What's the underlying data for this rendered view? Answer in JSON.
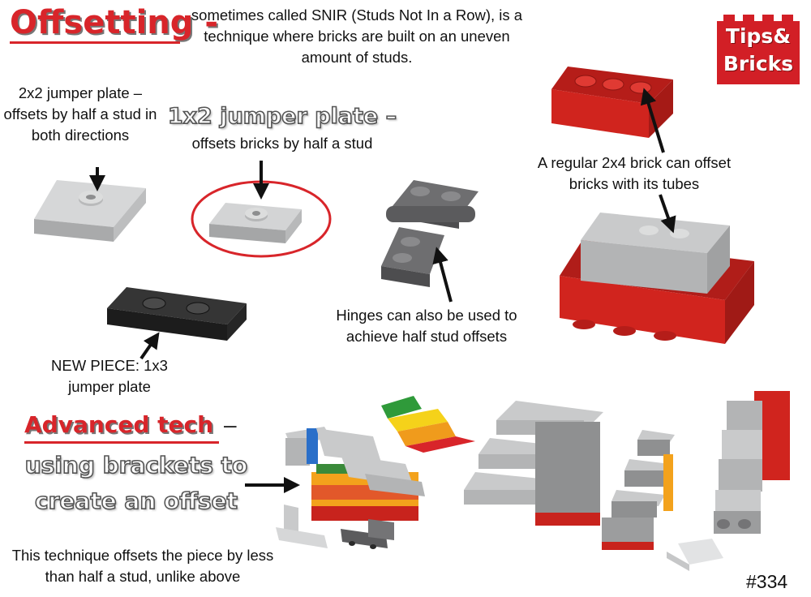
{
  "heading": {
    "title": "Offsetting -",
    "intro": "sometimes called SNIR (Studs Not In a Row), is a technique where bricks are built on an uneven amount of studs."
  },
  "logo": {
    "line1": "Tips&",
    "line2": "Bricks"
  },
  "captions": {
    "jumper_2x2": "2x2 jumper plate – offsets by half a stud in both directions",
    "jumper_1x2_title": "1x2 jumper plate –",
    "jumper_1x2_sub": "offsets bricks by half a stud",
    "brick_2x4": "A regular 2x4 brick can offset bricks with its tubes",
    "hinges": "Hinges can also be used to achieve half stud offsets",
    "jumper_1x3": "NEW PIECE: 1x3 jumper plate"
  },
  "advanced": {
    "title": "Advanced tech",
    "dash": "–",
    "line1": "using brackets to",
    "line2": "create an offset",
    "caption": "This technique offsets the piece by less than half a stud, unlike above"
  },
  "code": "#334",
  "colors": {
    "accent_red": "#d8252a",
    "brick_red": "#c8231d",
    "light_gray": "#c9cacb",
    "dark_gray": "#646466",
    "black_plate": "#2a2a2a"
  }
}
